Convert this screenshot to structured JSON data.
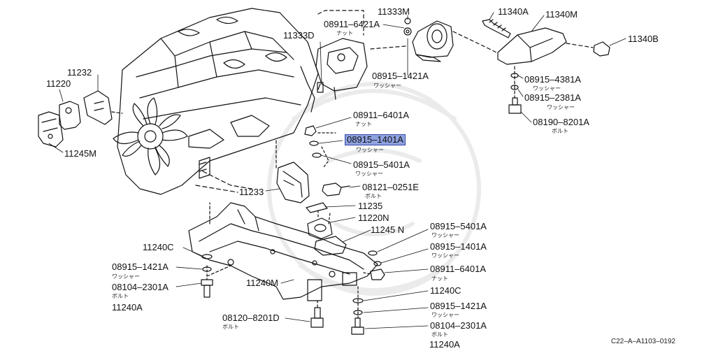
{
  "diagram": {
    "reference_code": "C22–A–A1103–0192",
    "highlight_color": "#8fa2e0",
    "parts": [
      {
        "id": "p11333M",
        "number": "11333M",
        "sub": ""
      },
      {
        "id": "p11340A",
        "number": "11340A",
        "sub": ""
      },
      {
        "id": "p11340M",
        "number": "11340M",
        "sub": ""
      },
      {
        "id": "p11340B",
        "number": "11340B",
        "sub": ""
      },
      {
        "id": "p08911_6421A",
        "number": "08911–6421A",
        "sub": "ナット"
      },
      {
        "id": "p11333D",
        "number": "11333D",
        "sub": ""
      },
      {
        "id": "p08915_1421A_top",
        "number": "08915–1421A",
        "sub": "ワッシャー"
      },
      {
        "id": "p08915_4381A",
        "number": "08915–4381A",
        "sub": "ワッシャー"
      },
      {
        "id": "p08915_2381A",
        "number": "08915–2381A",
        "sub": "ワッシャー"
      },
      {
        "id": "p08190_8201A",
        "number": "08190–8201A",
        "sub": "ボルト"
      },
      {
        "id": "p11232",
        "number": "11232",
        "sub": ""
      },
      {
        "id": "p11220",
        "number": "11220",
        "sub": ""
      },
      {
        "id": "p11245M",
        "number": "11245M",
        "sub": ""
      },
      {
        "id": "p08911_6401A_top",
        "number": "08911–6401A",
        "sub": "ナット"
      },
      {
        "id": "p08915_1401A_top",
        "number": "08915–1401A",
        "sub": "ワッシャー",
        "highlighted": true
      },
      {
        "id": "p08915_5401A_top",
        "number": "08915–5401A",
        "sub": "ワッシャー"
      },
      {
        "id": "p08121_0251E",
        "number": "08121–0251E",
        "sub": "ボルト"
      },
      {
        "id": "p11233",
        "number": "11233",
        "sub": ""
      },
      {
        "id": "p11235",
        "number": "11235",
        "sub": ""
      },
      {
        "id": "p11220N",
        "number": "11220N",
        "sub": ""
      },
      {
        "id": "p11245N",
        "number": "11245 N",
        "sub": ""
      },
      {
        "id": "p08915_5401A_bot",
        "number": "08915–5401A",
        "sub": "ワッシャー"
      },
      {
        "id": "p08915_1401A_bot",
        "number": "08915–1401A",
        "sub": "ワッシャー"
      },
      {
        "id": "p08911_6401A_bot",
        "number": "08911–6401A",
        "sub": "ナット"
      },
      {
        "id": "p11240C_right",
        "number": "11240C",
        "sub": ""
      },
      {
        "id": "p08915_1421A_right",
        "number": "08915–1421A",
        "sub": "ワッシャー"
      },
      {
        "id": "p08104_2301A_right",
        "number": "08104–2301A",
        "sub": "ボルト"
      },
      {
        "id": "p11240A_right",
        "number": "11240A",
        "sub": ""
      },
      {
        "id": "p11240C_left",
        "number": "11240C",
        "sub": ""
      },
      {
        "id": "p08915_1421A_left",
        "number": "08915–1421A",
        "sub": "ワッシャー"
      },
      {
        "id": "p08104_2301A_left",
        "number": "08104–2301A",
        "sub": "ボルト"
      },
      {
        "id": "p11240A_left",
        "number": "11240A",
        "sub": ""
      },
      {
        "id": "p11240M",
        "number": "11240M",
        "sub": ""
      },
      {
        "id": "p08120_8201D",
        "number": "08120–8201D",
        "sub": "ボルト"
      }
    ]
  }
}
